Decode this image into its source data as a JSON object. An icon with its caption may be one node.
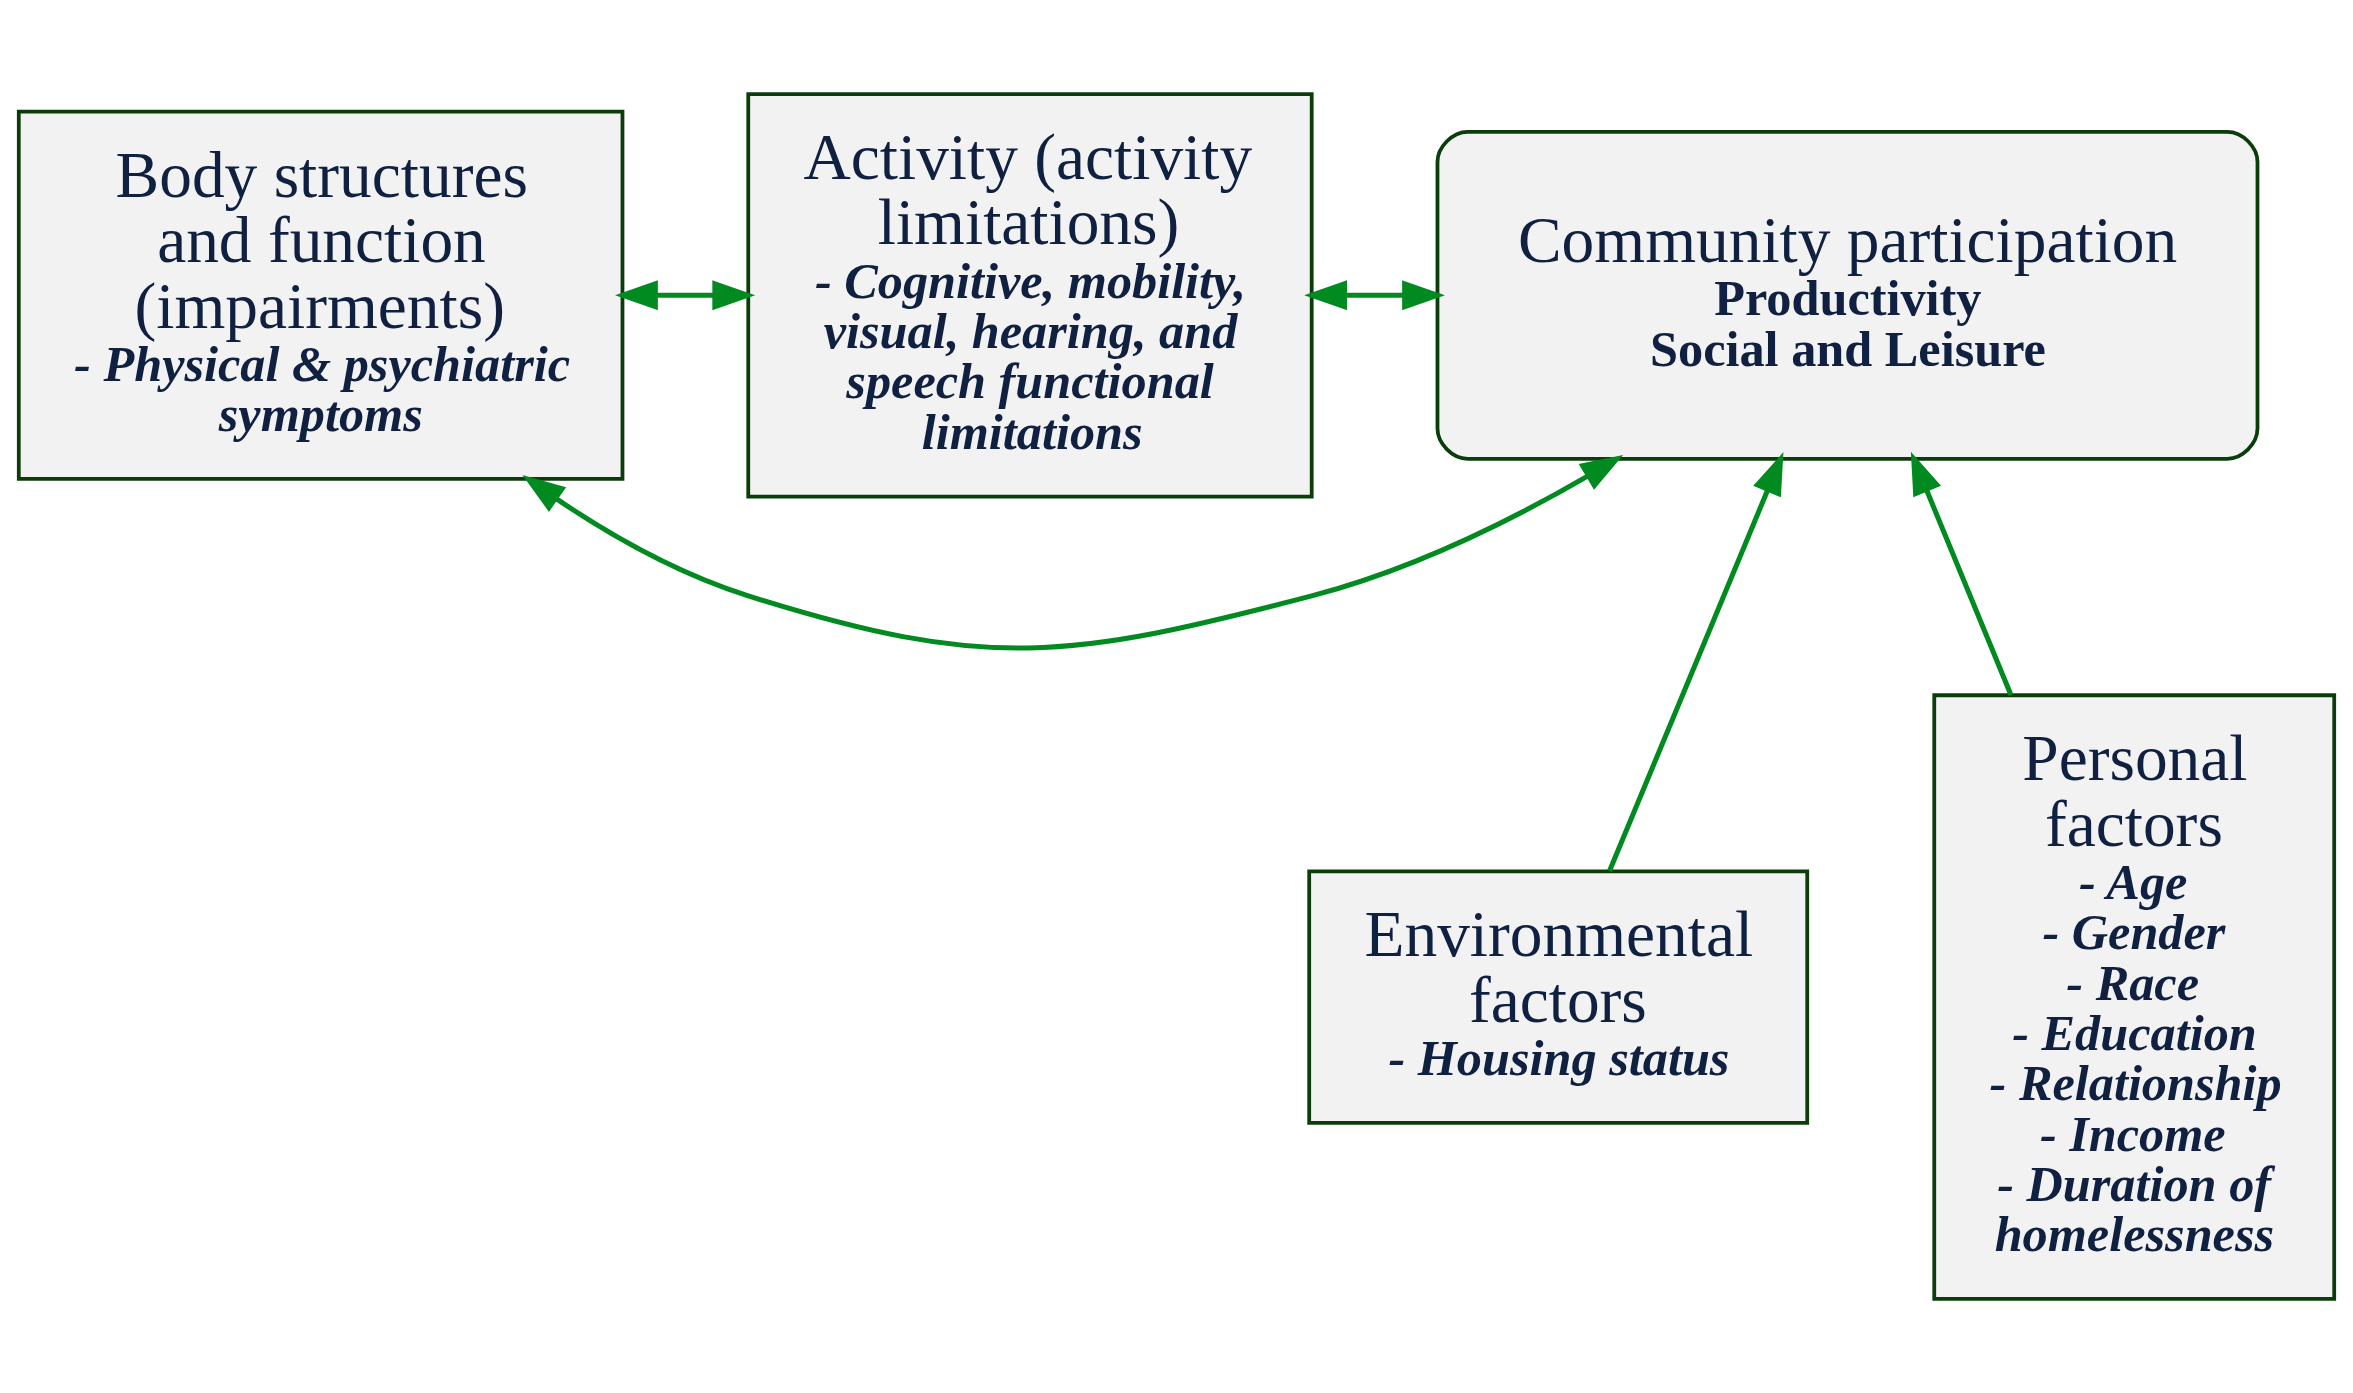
{
  "diagram": {
    "nodes": [
      {
        "text": [
          "Body structures and function (impairments)",
          "- Physical & psychiatric symptoms"
        ]
      },
      {
        "text": [
          "Activity (activity limitations)",
          "- Cognitive, mobility, visual, hearing, and speech functional limitations"
        ]
      },
      {
        "text": [
          "Community participation",
          "Productivity",
          "Social and Leisure"
        ]
      },
      {
        "text": [
          "Environmental factors",
          "- Housing status"
        ]
      },
      {
        "text": [
          "Personal factors",
          "- Age",
          "- Gender",
          "- Race",
          "- Education",
          "- Relationship",
          "- Income",
          "- Duration of homelessness"
        ]
      }
    ],
    "edges": [
      {
        "from": 0,
        "to": 1,
        "arrow": "both"
      },
      {
        "from": 1,
        "to": 2,
        "arrow": "both"
      },
      {
        "from": 0,
        "to": 2,
        "arrow": "both"
      },
      {
        "from": 3,
        "to": 2,
        "arrow": "to"
      },
      {
        "from": 4,
        "to": 2,
        "arrow": "to"
      }
    ]
  }
}
